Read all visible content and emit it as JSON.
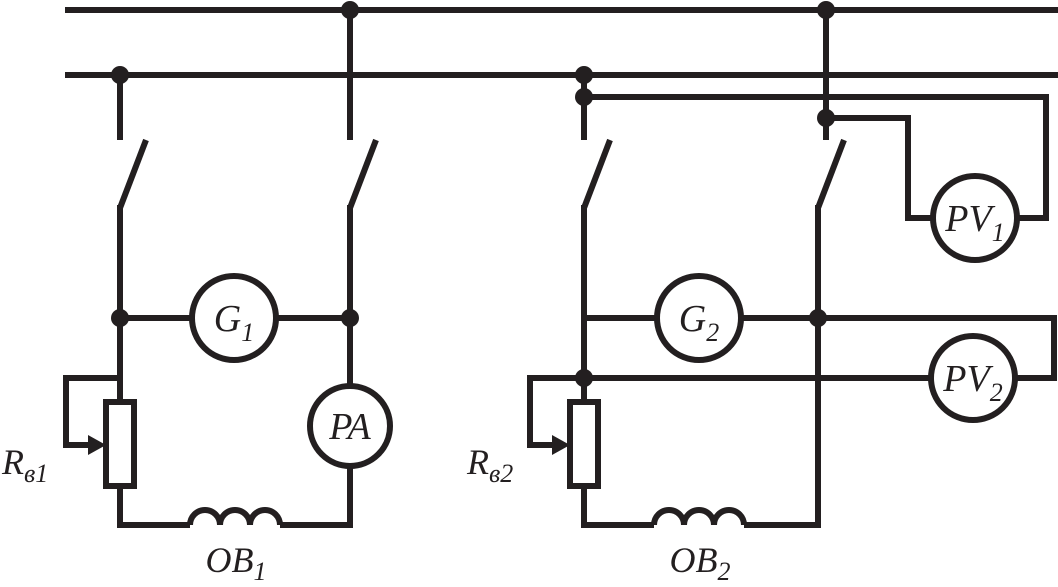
{
  "colors": {
    "ink": "#231f20",
    "background": "#ffffff"
  },
  "meters": {
    "g1": {
      "base": "G",
      "sub": "1"
    },
    "g2": {
      "base": "G",
      "sub": "2"
    },
    "pa": {
      "base": "PA"
    },
    "pv1": {
      "base": "PV",
      "sub": "1"
    },
    "pv2": {
      "base": "PV",
      "sub": "2"
    }
  },
  "resistors": {
    "r1": {
      "base": "R",
      "sub": "в1"
    },
    "r2": {
      "base": "R",
      "sub": "в2"
    }
  },
  "windings": {
    "ob1": {
      "base": "OB",
      "sub": "1"
    },
    "ob2": {
      "base": "OB",
      "sub": "2"
    }
  }
}
